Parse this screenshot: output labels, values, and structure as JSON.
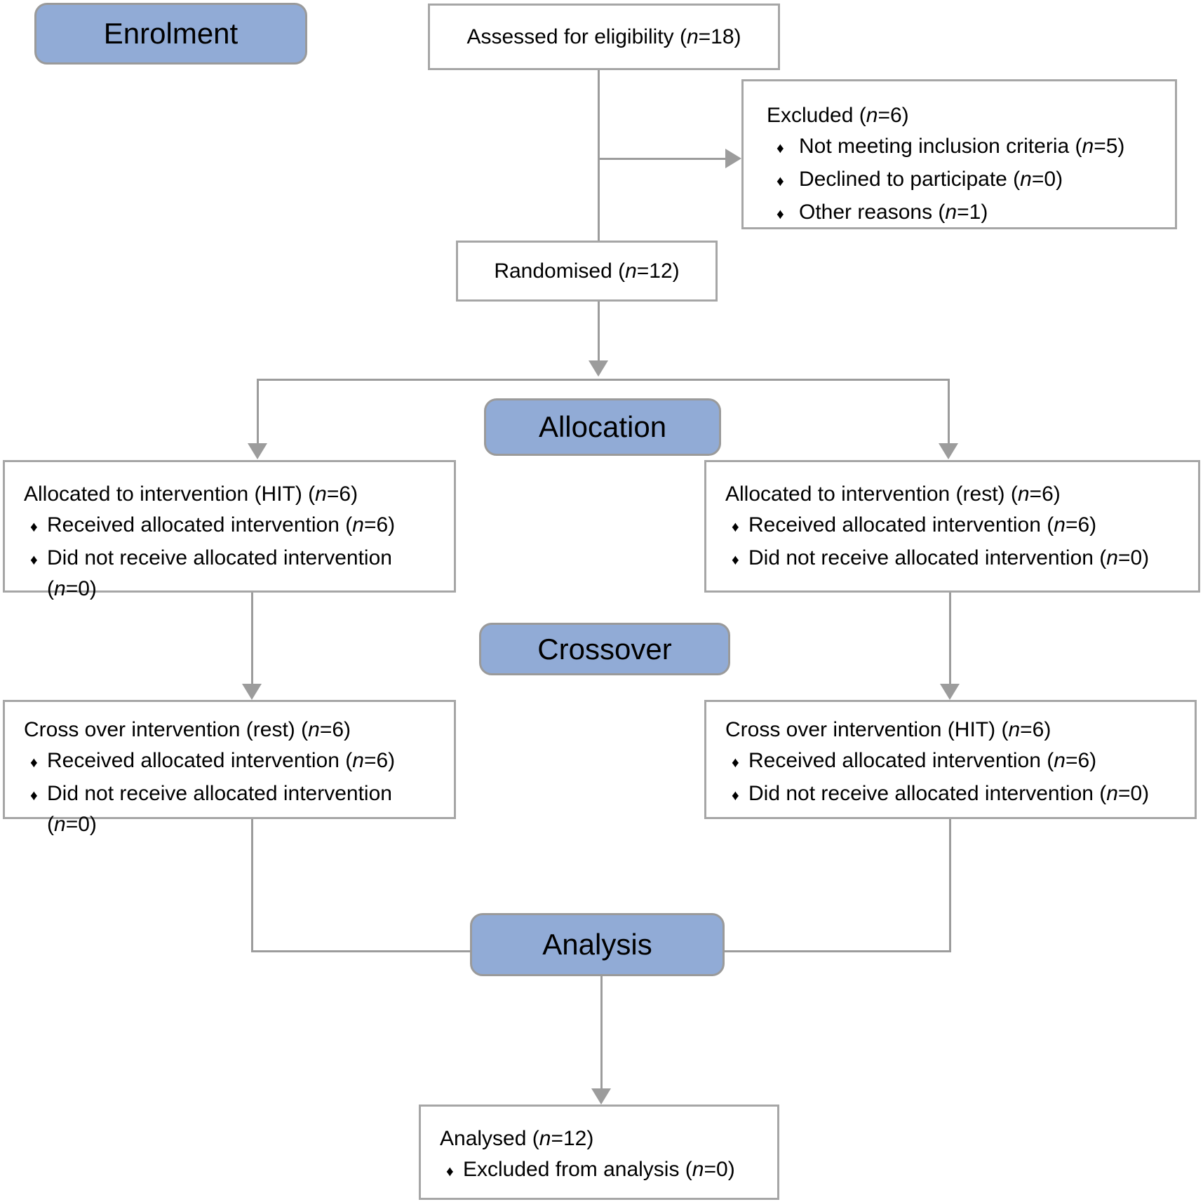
{
  "diagram_title": "CONSORT participant flow diagram",
  "glyphs": {
    "bullet": "♦"
  },
  "colors": {
    "band_fill": "#91abd6",
    "band_border": "#9a9a9a",
    "box_border": "#a6a6a6",
    "line": "#9c9c9c",
    "text": "#000000"
  },
  "bands": {
    "enrolment": "Enrolment",
    "allocation": "Allocation",
    "crossover": "Crossover",
    "analysis": "Analysis"
  },
  "boxes": {
    "assessed": {
      "title": "Assessed for eligibility (n=18)"
    },
    "excluded": {
      "title": "Excluded (n=6)",
      "items": [
        "Not meeting inclusion criteria (n=5)",
        "Declined to participate (n=0)",
        "Other reasons (n=1)"
      ]
    },
    "randomised": {
      "title": "Randomised (n=12)"
    },
    "alloc_left": {
      "title": "Allocated to intervention (HIT) (n=6)",
      "items": [
        "Received allocated intervention (n=6)",
        "Did not receive allocated intervention (n=0)"
      ]
    },
    "alloc_right": {
      "title": "Allocated to intervention (rest) (n=6)",
      "items": [
        "Received allocated intervention (n=6)",
        "Did not receive allocated intervention (n=0)"
      ]
    },
    "cross_left": {
      "title": "Cross over intervention (rest) (n=6)",
      "items": [
        "Received allocated intervention (n=6)",
        "Did not receive allocated intervention (n=0)"
      ]
    },
    "cross_right": {
      "title": "Cross over intervention (HIT) (n=6)",
      "items": [
        "Received allocated intervention (n=6)",
        "Did not receive allocated intervention (n=0)"
      ]
    },
    "analysed": {
      "title": "Analysed (n=12)",
      "items": [
        "Excluded from analysis (n=0)"
      ]
    }
  }
}
